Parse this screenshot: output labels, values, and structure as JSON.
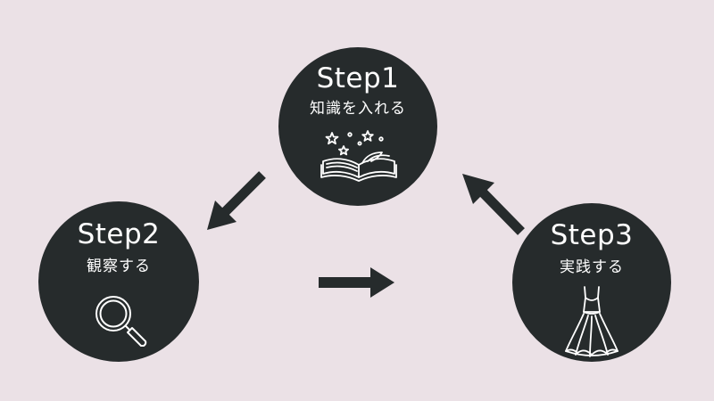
{
  "steps": [
    {
      "title": "Step1",
      "subtitle": "知識を入れる",
      "icon": "book-with-stars-icon"
    },
    {
      "title": "Step2",
      "subtitle": "観察する",
      "icon": "magnifier-icon"
    },
    {
      "title": "Step3",
      "subtitle": "実践する",
      "icon": "dress-icon"
    }
  ],
  "colors": {
    "background": "#ebe1e6",
    "circle": "#262b2c",
    "text": "#ffffff",
    "arrow": "#262b2c"
  }
}
